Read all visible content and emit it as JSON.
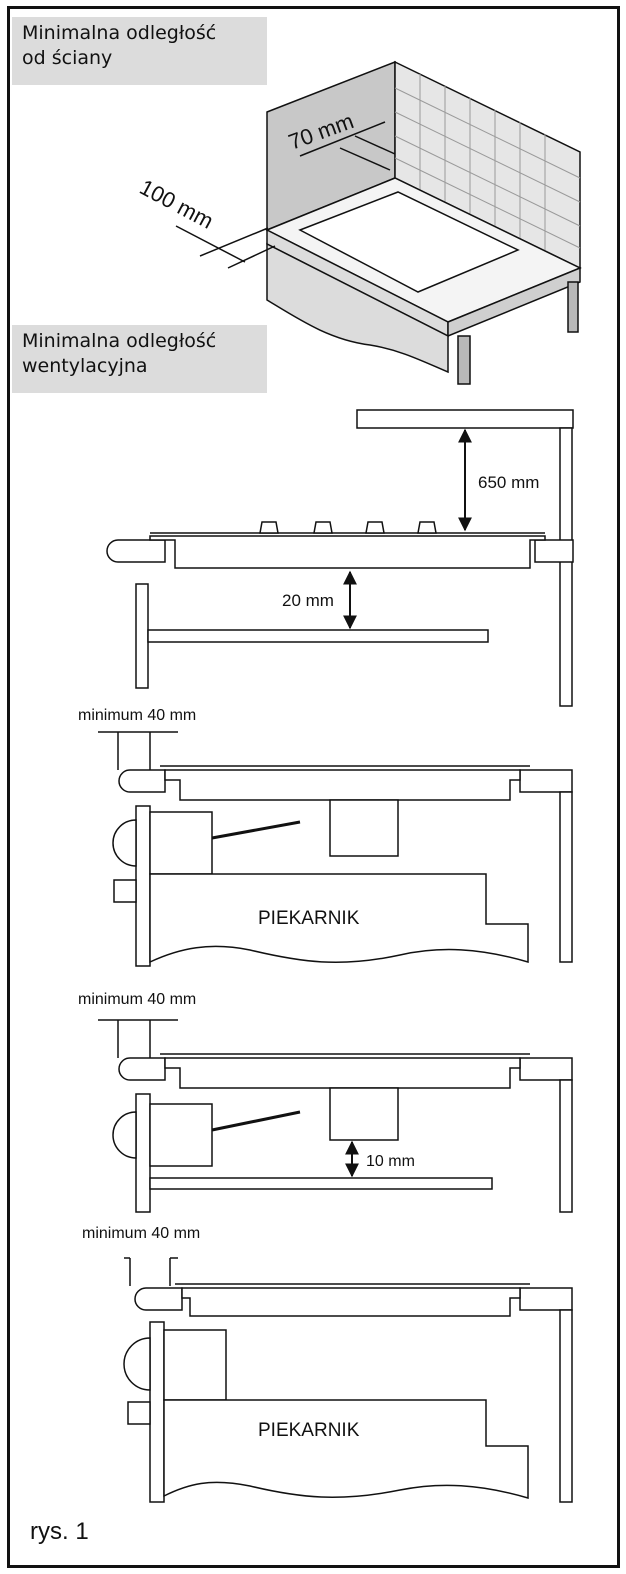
{
  "labels": {
    "wall_line1": "Minimalna odległość",
    "wall_line2": "od ściany",
    "vent_line1": "Minimalna odległość",
    "vent_line2": "wentylacyjna"
  },
  "dims": {
    "d70": "70 mm",
    "d100": "100 mm",
    "d650": "650 mm",
    "d20": "20 mm",
    "min40_a": "minimum 40 mm",
    "min40_b": "minimum 40 mm",
    "min40_c": "minimum 40 mm",
    "d10": "10 mm"
  },
  "oven": {
    "label1": "PIEKARNIK",
    "label2": "PIEKARNIK"
  },
  "caption": "rys. 1",
  "colors": {
    "line": "#111111",
    "label_bg": "#dcdcdc",
    "shade": "#c8c8c8",
    "tile": "#d2d2d2"
  }
}
